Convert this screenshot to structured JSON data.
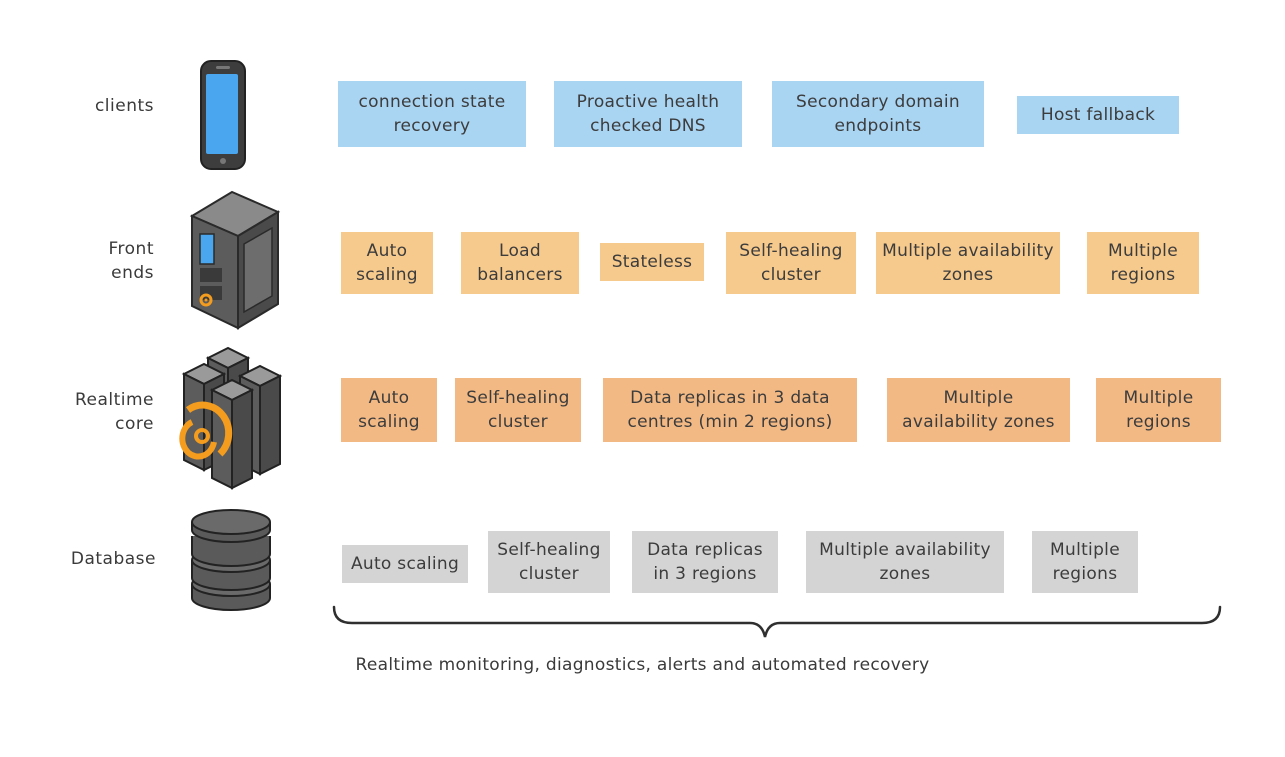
{
  "tiers": {
    "clients": {
      "label": "clients",
      "items": [
        "connection state recovery",
        "Proactive health checked DNS",
        "Secondary domain endpoints",
        "Host fallback"
      ]
    },
    "frontends": {
      "label": "Front\nends",
      "items": [
        "Auto scaling",
        "Load balancers",
        "Stateless",
        "Self-healing cluster",
        "Multiple availability zones",
        "Multiple regions"
      ]
    },
    "realtime": {
      "label": "Realtime\ncore",
      "items": [
        "Auto scaling",
        "Self-healing cluster",
        "Data replicas in 3 data centres (min 2 regions)",
        "Multiple availability zones",
        "Multiple regions"
      ]
    },
    "database": {
      "label": "Database",
      "items": [
        "Auto scaling",
        "Self-healing cluster",
        "Data replicas in 3 regions",
        "Multiple availability zones",
        "Multiple regions"
      ]
    }
  },
  "caption": "Realtime monitoring, diagnostics, alerts and automated recovery",
  "colors": {
    "clients": "#a9d4f2",
    "frontends": "#f6c98d",
    "realtime": "#f2b985",
    "database": "#d4d4d4",
    "accent": "#f39c1e"
  },
  "icons": [
    "phone-icon",
    "server-rack-icon",
    "server-cluster-icon",
    "database-icon"
  ]
}
